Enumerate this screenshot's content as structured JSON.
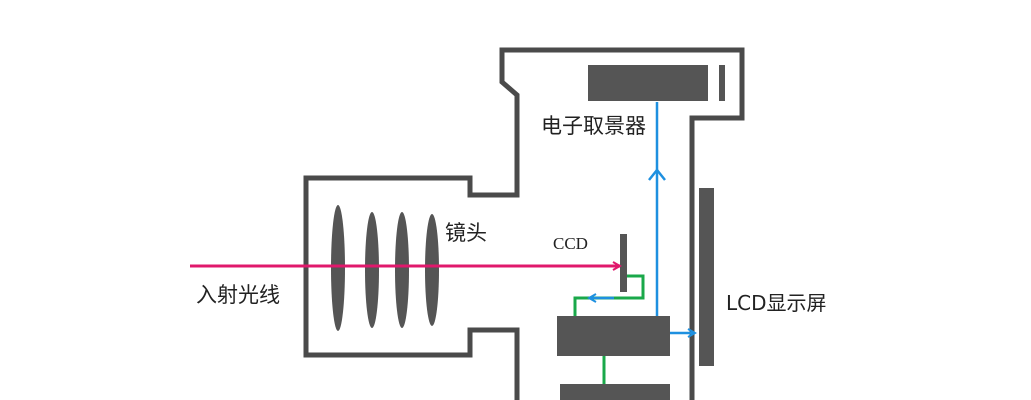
{
  "labels": {
    "viewfinder": "电子取景器",
    "lens": "镜头",
    "ccd": "CCD",
    "incident_light": "入射光线",
    "lcd": "LCD显示屏"
  },
  "colors": {
    "body_outline": "#4a4a4a",
    "component_fill": "#555555",
    "incident_ray": "#e0186c",
    "signal_ray": "#1e90e0",
    "connector": "#1aa84a",
    "background": "#ffffff"
  }
}
